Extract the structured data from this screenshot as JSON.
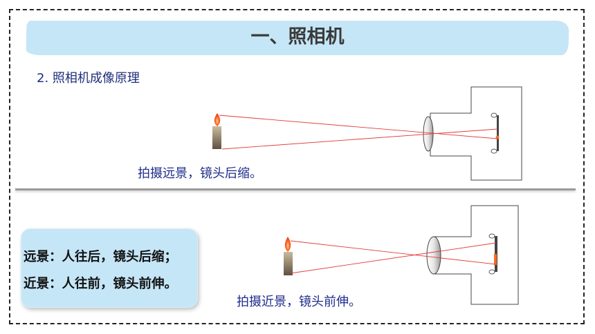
{
  "slide": {
    "title": "一、照相机",
    "section_label": "2. 照相机成像原理",
    "caption_far": "拍摄远景，镜头后缩。",
    "caption_near": "拍摄近景，镜头前伸。",
    "summary": {
      "line1": "远景：人往后，镜头后缩；",
      "line2": "近景：人往前，镜头前伸。"
    }
  },
  "colors": {
    "banner": "#c5e6f6",
    "caption_text": "#1e2d8a",
    "ray": "#e23a3a",
    "flame": "#ff4a1a",
    "candle": "#7a6a56"
  },
  "icons": [
    "candle-icon",
    "camera-icon",
    "lens-icon",
    "film-icon"
  ]
}
